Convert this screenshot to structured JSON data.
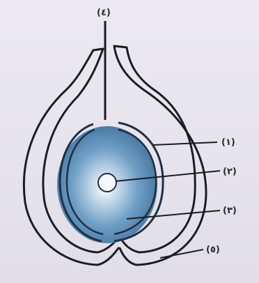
{
  "diagram": {
    "labels": {
      "top": "(٤)",
      "l1": "(١)",
      "l2": "(٢)",
      "l3": "(٣)",
      "l5": "(٥)"
    },
    "colors": {
      "background": "#e9e6ef",
      "line": "#1c1c26",
      "nucellus_outer": "#3f6f9a",
      "nucellus_inner": "#9bbcd6"
    }
  }
}
